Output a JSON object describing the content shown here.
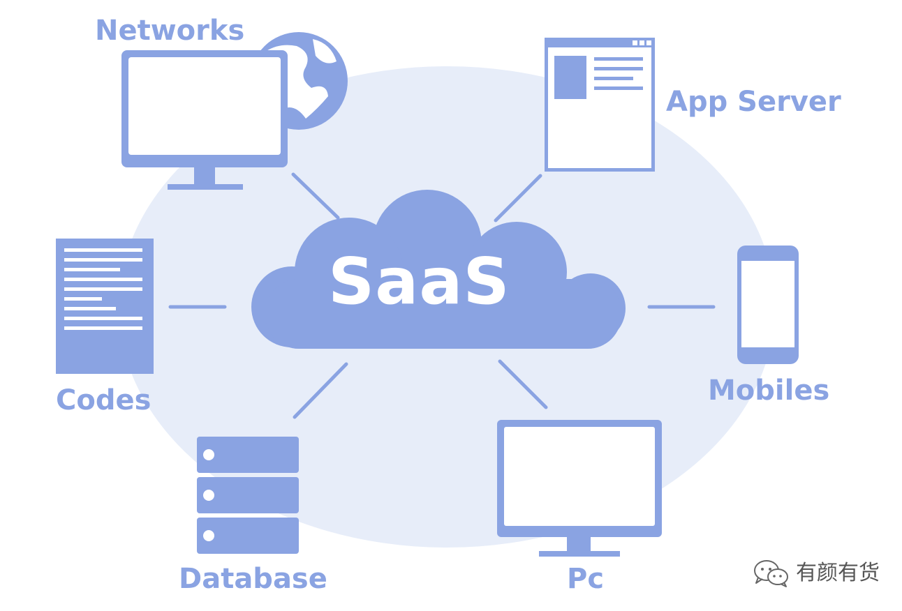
{
  "diagram": {
    "center": {
      "label": "SaaS"
    },
    "nodes": [
      {
        "id": "networks",
        "label": "Networks",
        "icon": "monitor-globe-icon"
      },
      {
        "id": "app-server",
        "label": "App Server",
        "icon": "browser-window-icon"
      },
      {
        "id": "codes",
        "label": "Codes",
        "icon": "document-icon"
      },
      {
        "id": "mobiles",
        "label": "Mobiles",
        "icon": "smartphone-icon"
      },
      {
        "id": "database",
        "label": "Database",
        "icon": "database-icon"
      },
      {
        "id": "pc",
        "label": "Pc",
        "icon": "monitor-icon"
      }
    ]
  },
  "watermark": {
    "text": "有颜有货",
    "icon": "wechat-icon"
  },
  "colors": {
    "primary": "#8aa3e2",
    "background_ellipse": "#e7edf9",
    "white": "#ffffff",
    "watermark": "#555555"
  }
}
